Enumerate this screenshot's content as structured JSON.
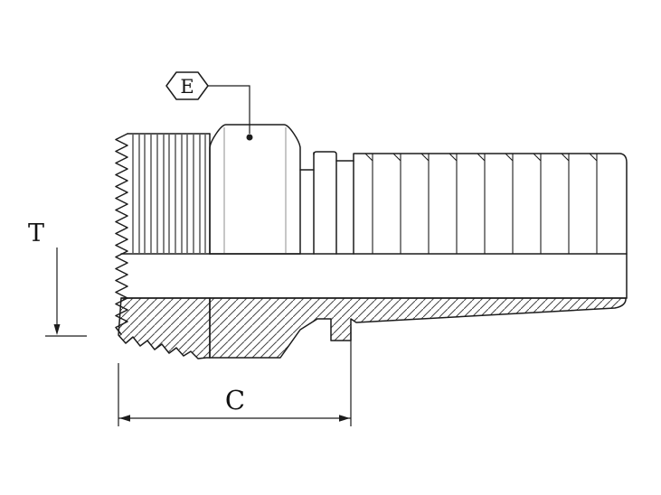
{
  "drawing": {
    "labels": {
      "hex_size_callout": "E",
      "thread_dimension": "T",
      "cutoff_length": "C"
    },
    "colors": {
      "line": "#1c1c1c",
      "hex_nut_fill": "#d9d9d9",
      "background": "#ffffff",
      "hatch": "#454545"
    }
  }
}
